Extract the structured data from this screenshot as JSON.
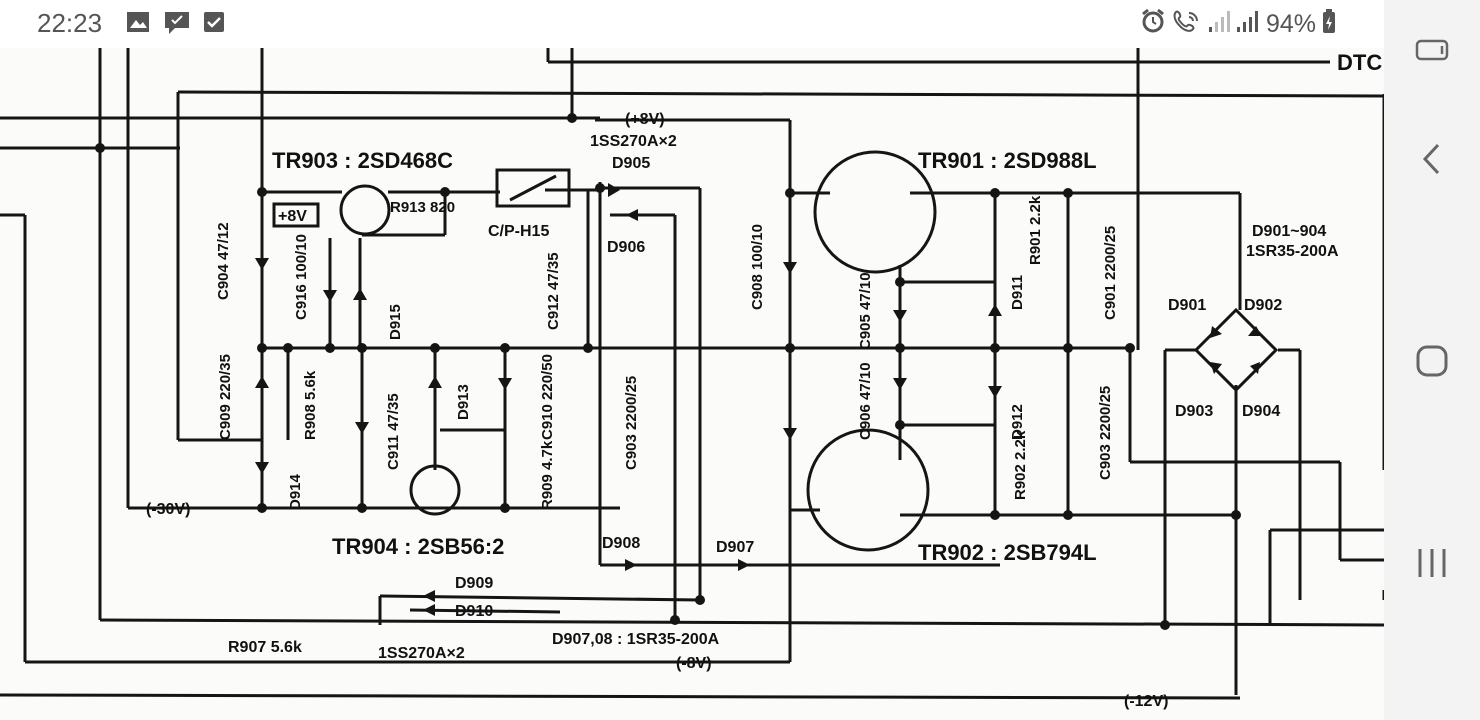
{
  "status_bar": {
    "time": "22:23",
    "left_icons": [
      "image-notification-icon",
      "message-notification-icon",
      "checkbox-notification-icon"
    ],
    "right_icons": [
      "alarm-icon",
      "wifi-calling-icon",
      "signal-icon",
      "signal-icon-2",
      "battery-charging-icon"
    ],
    "battery": "94%"
  },
  "schematic": {
    "top_right_label": "DTC",
    "rail_plus8": "(+8V)",
    "rail_minus30": "(-30V)",
    "rail_minus8": "(-8V)",
    "rail_minus12": "(-12V)",
    "tr903": "TR903 : 2SD468C",
    "tr901": "TR901 : 2SD988L",
    "tr902": "TR902 : 2SB794L",
    "tr904": "TR904 : 2SB56:2",
    "relay": "C/P-H15",
    "d905_part": "1SS270A×2",
    "d905": "D905",
    "d906": "D906",
    "d908": "D908",
    "d907": "D907",
    "d909": "D909",
    "d910": "D910",
    "d911": "D911",
    "d912": "D912",
    "d913": "D913",
    "d914": "D914",
    "d915": "D915",
    "bridge_range": "D901~904",
    "bridge_part": "1SR35-200A",
    "d901": "D901",
    "d902": "D902",
    "d903": "D903",
    "d904": "D904",
    "d907_08_part": "D907,08 : 1SR35-200A",
    "d909_part": "1SS270A×2",
    "r907": "R907  5.6k",
    "r913": "R913 820",
    "box_plus8": "+8V",
    "c904": "C904 47/12",
    "c916": "C916 100/10",
    "c909": "C909 220/35",
    "c912": "C912 47/35",
    "c911": "C911 47/35",
    "c910": "C910 220/50",
    "c908": "C908 100/10",
    "c905": "C905 47/10",
    "c906": "C906 47/10",
    "c901": "C901 2200/25",
    "c903": "C903 2200/25",
    "r908": "R908 5.6k",
    "r909": "R909 4.7k",
    "r901": "R901 2.2k",
    "r902": "R902 2.2k"
  },
  "nav_bar": {
    "buttons": [
      "recents-button",
      "back-button",
      "home-button",
      "overview-button"
    ]
  },
  "colors": {
    "status_text": "#555555",
    "ink": "#111111",
    "paper": "#fbfbf9",
    "nav_bg": "#f3f3f3"
  }
}
